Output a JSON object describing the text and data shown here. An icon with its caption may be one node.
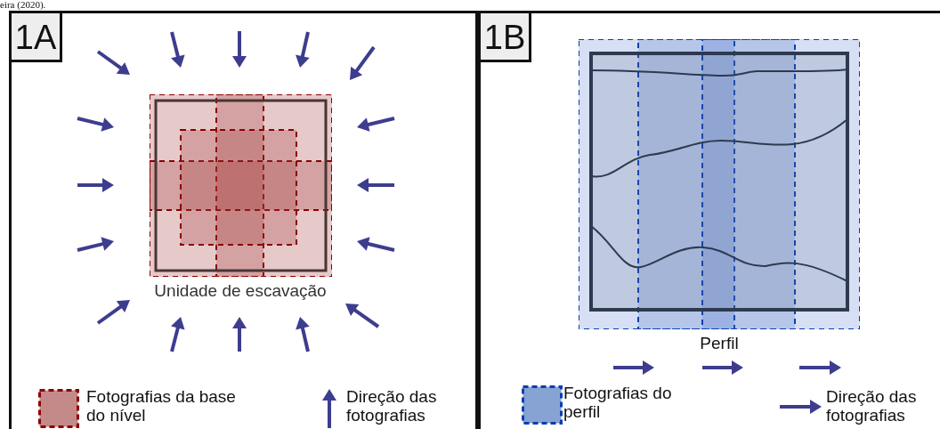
{
  "diagram": {
    "nodes": [
      {
        "text": [
          "1A"
        ]
      },
      {
        "text": [
          "Unidade de escavação"
        ],
        "in": 0
      },
      {
        "text": [
          "1B"
        ]
      },
      {
        "text": [
          "Perfil"
        ],
        "in": 2
      }
    ],
    "labels": [
      "eira (2020)."
    ],
    "legend": [
      {
        "text": "Fotografias da base do nível",
        "color": "#c48a8a"
      },
      {
        "text": "Direção das fotografias"
      },
      {
        "text": "Fotografias do perfil",
        "color": "#86a3d4"
      },
      {
        "text": "Direção das fotografias"
      }
    ]
  }
}
